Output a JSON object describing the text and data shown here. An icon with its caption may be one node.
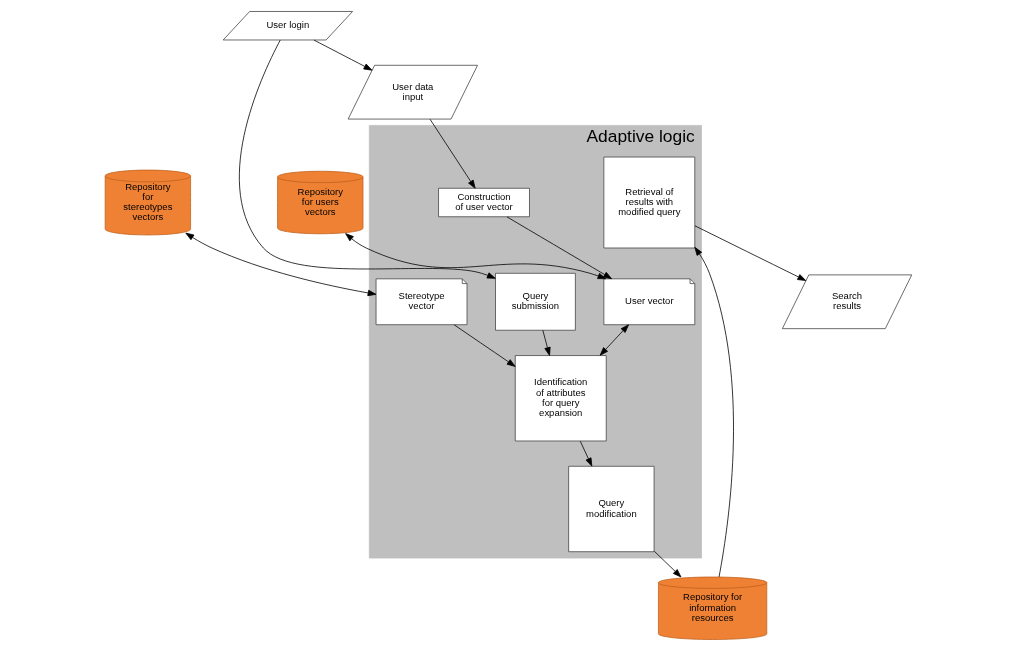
{
  "diagram": {
    "nodes": [
      {
        "text": [
          "User data input"
        ]
      },
      {
        "text": [
          "User login"
        ]
      },
      {
        "text": [
          "Search results"
        ]
      },
      {
        "text": [
          "Adaptive logic"
        ]
      },
      {
        "text": [
          "Construction of user vector"
        ],
        "in": 3
      },
      {
        "text": [
          "Query submission"
        ],
        "in": 3
      },
      {
        "text": [
          "Retrieval of results with modified query"
        ],
        "in": 3
      },
      {
        "text": [
          "User vector"
        ],
        "in": 3
      },
      {
        "text": [
          "Identification of attributes for query expansion"
        ],
        "in": 3
      },
      {
        "text": [
          "Query modification"
        ],
        "in": 3
      },
      {
        "text": [
          "Stereotype vector"
        ],
        "in": 3
      },
      {
        "text": [
          "Repository for users vectors"
        ]
      },
      {
        "text": [
          "Repository for stereotypes vectors"
        ]
      },
      {
        "text": [
          "Repository for information resources"
        ]
      }
    ],
    "edges": [
      {
        "from": 1,
        "to": 0,
        "arrow": "to"
      },
      {
        "from": 0,
        "to": 4,
        "arrow": "to"
      },
      {
        "from": 1,
        "to": 5,
        "arrow": "to"
      },
      {
        "from": 4,
        "to": 7,
        "arrow": "to"
      },
      {
        "from": 5,
        "to": 8,
        "arrow": "to"
      },
      {
        "from": 11,
        "to": 7,
        "arrow": "both"
      },
      {
        "from": 7,
        "to": 8,
        "arrow": "both"
      },
      {
        "from": 12,
        "to": 10,
        "arrow": "both"
      },
      {
        "from": 10,
        "to": 8,
        "arrow": "to"
      },
      {
        "from": 8,
        "to": 9,
        "arrow": "to"
      },
      {
        "from": 9,
        "to": 13,
        "arrow": "to"
      },
      {
        "from": 13,
        "to": 6,
        "arrow": "to"
      },
      {
        "from": 6,
        "to": 2,
        "arrow": "to"
      }
    ]
  }
}
